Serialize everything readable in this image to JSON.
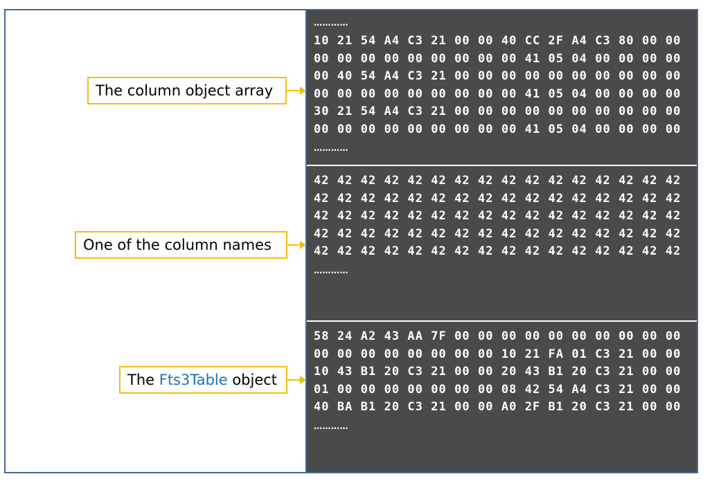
{
  "labels": {
    "column_array": "The column object array",
    "column_name": "One of the column names",
    "fts3_prefix": "The ",
    "fts3_name": "Fts3Table",
    "fts3_suffix": " object"
  },
  "ellipsis": "…………",
  "blocks": {
    "column_array": [
      "10 21 54 A4 C3 21 00 00 40 CC 2F A4 C3 80 00 00",
      "00 00 00 00 00 00 00 00 00 41 05 04 00 00 00 00",
      "00 40 54 A4 C3 21 00 00 00 00 00 00 00 00 00 00",
      "00 00 00 00 00 00 00 00 00 41 05 04 00 00 00 00",
      "30 21 54 A4 C3 21 00 00 00 00 00 00 00 00 00 00",
      "00 00 00 00 00 00 00 00 00 41 05 04 00 00 00 00"
    ],
    "column_names": [
      "42 42 42 42 42 42 42 42 42 42 42 42 42 42 42 42",
      "42 42 42 42 42 42 42 42 42 42 42 42 42 42 42 42",
      "42 42 42 42 42 42 42 42 42 42 42 42 42 42 42 42",
      "42 42 42 42 42 42 42 42 42 42 42 42 42 42 42 42",
      "42 42 42 42 42 42 42 42 42 42 42 42 42 42 42 42"
    ],
    "fts3table": [
      "58 24 A2 43 AA 7F 00 00 00 00 00 00 00 00 00 00",
      "00 00 00 00 00 00 00 00 10 21 FA 01 C3 21 00 00",
      "10 43 B1 20 C3 21 00 00 20 43 B1 20 C3 21 00 00",
      "01 00 00 00 00 00 00 00 08 42 54 A4 C3 21 00 00",
      "40 BA B1 20 C3 21 00 00 A0 2F B1 20 C3 21 00 00"
    ]
  },
  "colors": {
    "panel_bg": "#4a4a4a",
    "frame_border": "#44679a",
    "label_border": "#f0bf10",
    "highlight_text": "#1a73b8"
  }
}
